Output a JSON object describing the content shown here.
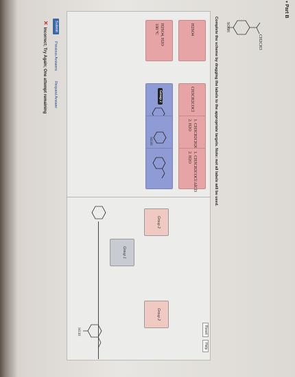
{
  "part": {
    "label": "Part B"
  },
  "instruction": "Complete the scheme by dragging the labels to the appropriate targets. Note: not all labels will be used.",
  "header_buttons": {
    "reset": "Reset",
    "help": "Help"
  },
  "product_labels": {
    "acyl": "CH2CH3",
    "sulfo": "SO3H"
  },
  "tiles": [
    {
      "text": "H2SO4",
      "color": "red"
    },
    {
      "text": "H2SO4, H2O",
      "line2": "100 °C",
      "color": "red"
    },
    {
      "text": "CH3CH2COCl",
      "color": "red"
    },
    {
      "text": "",
      "color": "blue",
      "pill": "Group 2"
    },
    {
      "text": "1. CH3CH2CH2Cl/AlCl3",
      "line2": "2. H2O",
      "color": "red"
    },
    {
      "text": "",
      "color": "blue",
      "sub_label": "SO3H"
    },
    {
      "text": "1. CH3CH2COCl/AlCl3",
      "line2": "2. H2O",
      "color": "red"
    },
    {
      "text": "",
      "color": "blue"
    }
  ],
  "targets": [
    {
      "label": "Group 2"
    },
    {
      "label": "Group 1"
    },
    {
      "label": "Group 2"
    }
  ],
  "scheme": {
    "product_sub": "SO3H"
  },
  "actions": {
    "submit": "Submit",
    "previous": "Previous Answers",
    "request": "Request Answer"
  },
  "feedback": {
    "text": "Incorrect; Try Again; One attempt remaining"
  },
  "colors": {
    "red_tile": "#e6a4a4",
    "blue_tile": "#8f9bd4",
    "error": "#c62828",
    "submit": "#3b66a8"
  }
}
